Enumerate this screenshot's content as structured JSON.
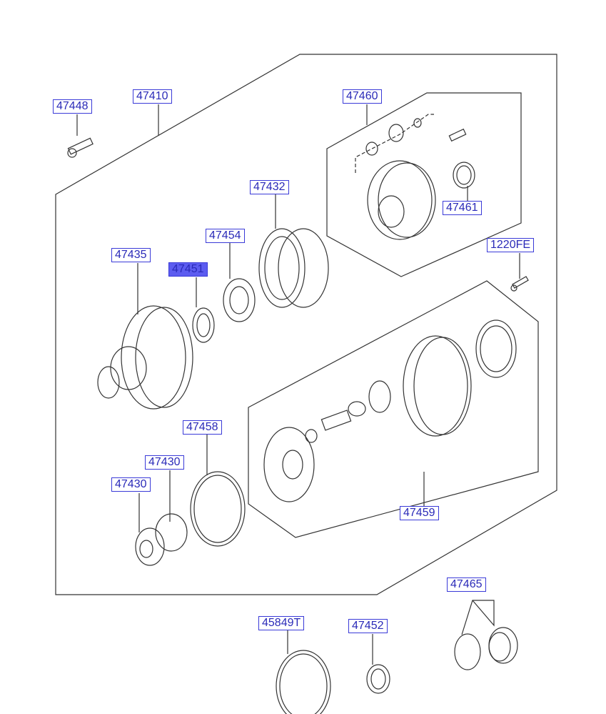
{
  "title": "Transfer case / differential parts diagram",
  "colors": {
    "label_border": "#3a3ad8",
    "label_text": "#2a2ab8",
    "highlight": "#5c5cf0",
    "line": "#333333"
  },
  "labels": {
    "p47448": "47448",
    "p47410": "47410",
    "p47460": "47460",
    "p47432": "47432",
    "p47454": "47454",
    "p47435": "47435",
    "p47451": "47451",
    "p47461": "47461",
    "p1220FE": "1220FE",
    "p47458": "47458",
    "p47430a": "47430",
    "p47430b": "47430",
    "p47459": "47459",
    "p47465": "47465",
    "p45849T": "45849T",
    "p47452": "47452"
  },
  "selected_part": "47451"
}
